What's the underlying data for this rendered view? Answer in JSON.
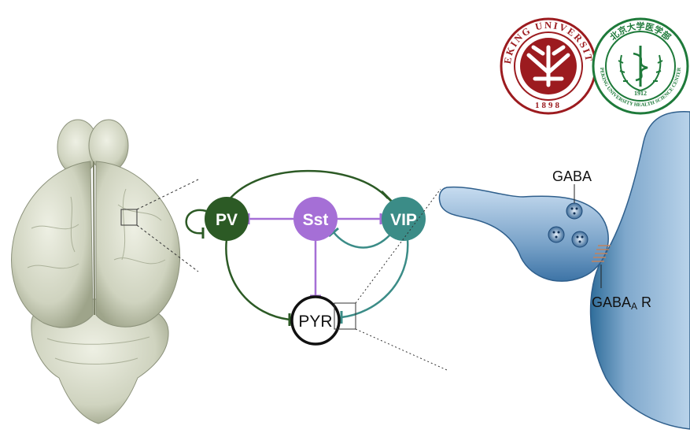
{
  "circuit": {
    "nodes": {
      "pv": {
        "label": "PV",
        "color": "#2c5a25"
      },
      "sst": {
        "label": "Sst",
        "color": "#a56fd6"
      },
      "vip": {
        "label": "VIP",
        "color": "#3b8c87"
      },
      "pyr": {
        "label": "PYR",
        "color": "#ffffff"
      }
    },
    "edge_colors": {
      "pv": "#2c5a25",
      "sst": "#a56fd6",
      "vip": "#3b8c87"
    }
  },
  "synapse": {
    "gaba_label": "GABA",
    "receptor_label_main": "GABA",
    "receptor_label_sub": "A",
    "receptor_label_suffix": " R"
  },
  "logos": {
    "peking": {
      "ring_text": "PEKING UNIVERSITY",
      "year": "1898",
      "color": "#9c1b1f"
    },
    "health_center": {
      "ring_text": "PEKING UNIVERSITY HEALTH SCIENCE CENTER",
      "top_text": "北京大学医学部",
      "year": "1912",
      "color": "#1e7a3a"
    }
  }
}
